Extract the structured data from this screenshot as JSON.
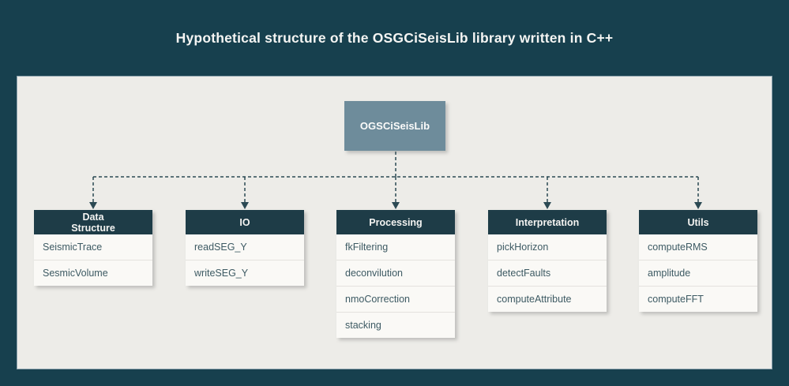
{
  "title": "Hypothetical structure of the OSGCiSeisLib library written in C++",
  "root": {
    "label": "OGSCiSeisLib"
  },
  "modules": [
    {
      "name": "Data\nStructure",
      "items": [
        "SeismicTrace",
        "SesmicVolume"
      ]
    },
    {
      "name": "IO",
      "items": [
        "readSEG_Y",
        "writeSEG_Y"
      ]
    },
    {
      "name": "Processing",
      "items": [
        "fkFiltering",
        "deconvilution",
        "nmoCorrection",
        "stacking"
      ]
    },
    {
      "name": "Interpretation",
      "items": [
        "pickHorizon",
        "detectFaults",
        "computeAttribute"
      ]
    },
    {
      "name": "Utils",
      "items": [
        "computeRMS",
        "amplitude",
        "computeFFT"
      ]
    }
  ],
  "colors": {
    "background": "#17404E",
    "panel": "#EDECE8",
    "root_box": "#6E8C9B",
    "module_header": "#1E3C47",
    "connector": "#2B4953",
    "row_background": "#FAF9F6",
    "item_text": "#3D5A63",
    "title_text": "#F5F5F3"
  }
}
